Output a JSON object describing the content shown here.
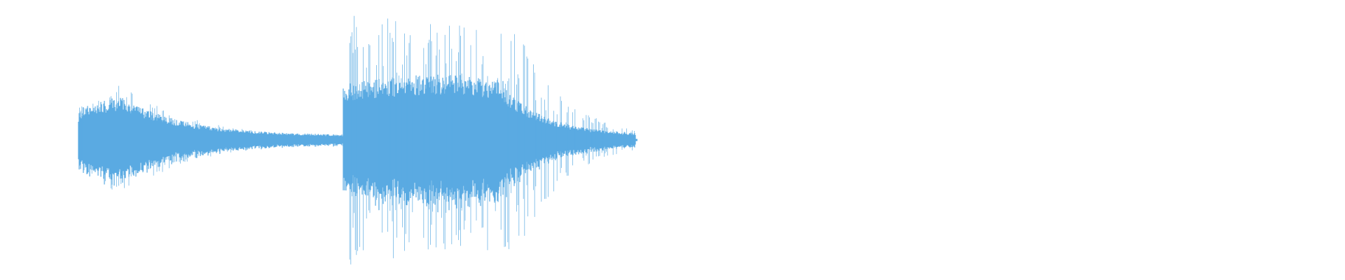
{
  "waveform": {
    "color": "#5aaae2",
    "background": "#ffffff",
    "segments": [
      {
        "kind": "first-sound",
        "start_fraction": 0.0,
        "end_fraction": 0.475,
        "attack_peak_amplitude": 0.42,
        "attack_peak_fraction": 0.075,
        "tail_amplitude": 0.03
      },
      {
        "kind": "second-sound",
        "start_fraction": 0.475,
        "end_fraction": 1.0,
        "body_amplitude": 0.45,
        "spike_amplitude": 0.96,
        "tail_amplitude": 0.03
      }
    ]
  }
}
